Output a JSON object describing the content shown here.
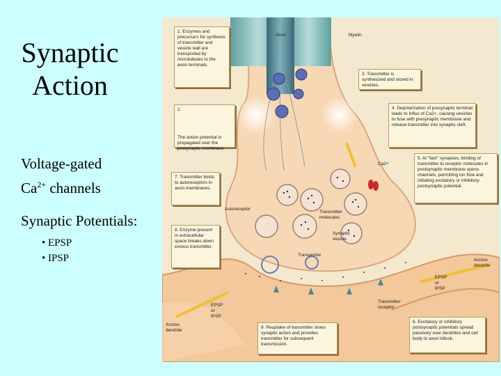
{
  "slide": {
    "title_line1": "Synaptic",
    "title_line2": "Action",
    "voltage_gated_line1": "Voltage-gated",
    "ca_text": "Ca",
    "ca_sup": "2+",
    "ca_rest": " channels",
    "potentials_heading": "Synaptic Potentials:",
    "bullets": [
      "• EPSP",
      "• IPSP"
    ]
  },
  "figure": {
    "boxes": {
      "b1": "1. Enzymes and precursors for synthesis of transmitter and vesicle wall are transported by microtubules to the axon terminals.",
      "b2": "2.",
      "b2_caption": "The action potential is propagated over the presynaptic membrane.",
      "b3": "3. Transmitter is synthesized and stored in vesicles.",
      "b4": "4. Depolarization of presynaptic terminal leads to influx of Ca2+, causing vesicles to fuse with presynaptic membrane and release transmitter into synaptic cleft.",
      "b5": "5. At \"fast\" synapses, binding of transmitter to receptor molecules in postsynaptic membrane opens channels, permitting ion flow and initiating excitatory or inhibitory postsynaptic potential.",
      "b6": "6. Excitatory or inhibitory postsynaptic potentials spread passively over dendrites and cell body to axon hillock.",
      "b7": "7. Transmitter binds to autoreceptors in axon membranes.",
      "b8": "8. Enzyme present in extracellular space breaks down excess transmitter.",
      "b9": "9. Reuptake of transmitter slows synaptic action and provides transmitter for subsequent transmission."
    },
    "labels": {
      "axon": "Axon",
      "myelin": "Myelin",
      "ca2": "Ca2+",
      "autoreceptor": "Autoreceptor",
      "transmitter_molecules": "Transmitter molecules",
      "synaptic_vesicle": "Synaptic vesicle",
      "transporter": "Transporter",
      "transmitter_receptor": "Transmitter receptor",
      "across_dendrite_right": "Across dendrite",
      "across_dendrite_left": "Across dendrite",
      "epsp_ipsp_right": "EPSP or IPSP",
      "epsp_ipsp_left": "EPSP or IPSP"
    }
  }
}
